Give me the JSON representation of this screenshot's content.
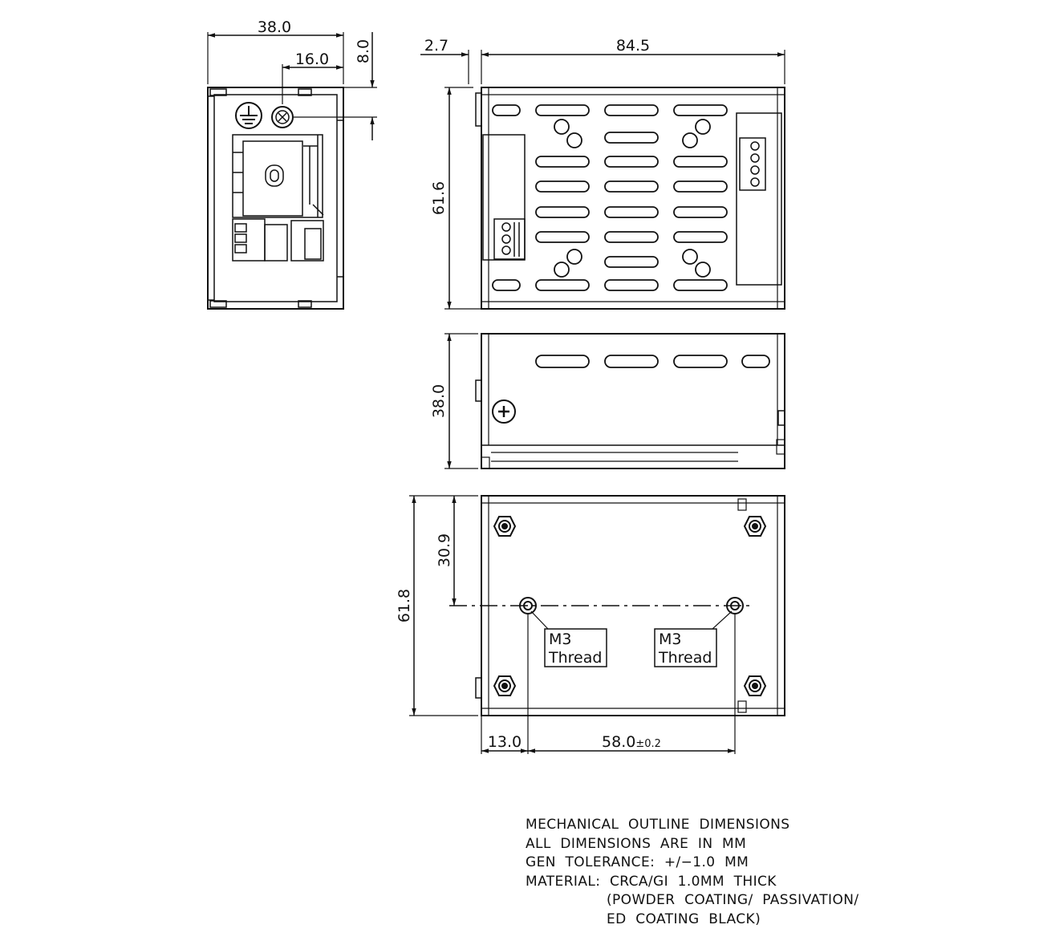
{
  "dimensions": {
    "front_width": "38.0",
    "front_terminal_offset": "16.0",
    "front_top_offset": "8.0",
    "top_flange": "2.7",
    "top_length": "84.5",
    "top_height": "61.6",
    "side_height": "38.0",
    "bottom_height": "61.8",
    "bottom_hole_offset_y": "30.9",
    "bottom_hole_offset_x": "13.0",
    "bottom_hole_spacing": "58.0",
    "bottom_hole_spacing_tol": "±0.2"
  },
  "callouts": {
    "left_thread": [
      "M3",
      "Thread"
    ],
    "right_thread": [
      "M3",
      "Thread"
    ]
  },
  "notes": [
    "MECHANICAL  OUTLINE  DIMENSIONS",
    "ALL  DIMENSIONS  ARE  IN  MM",
    "GEN  TOLERANCE:  +/−1.0  MM",
    "MATERIAL:  CRCA/GI  1.0MM  THICK",
    "(POWDER  COATING/  PASSIVATION/",
    "ED  COATING  BLACK)"
  ],
  "colors": {
    "line": "#111111",
    "background": "#ffffff"
  }
}
